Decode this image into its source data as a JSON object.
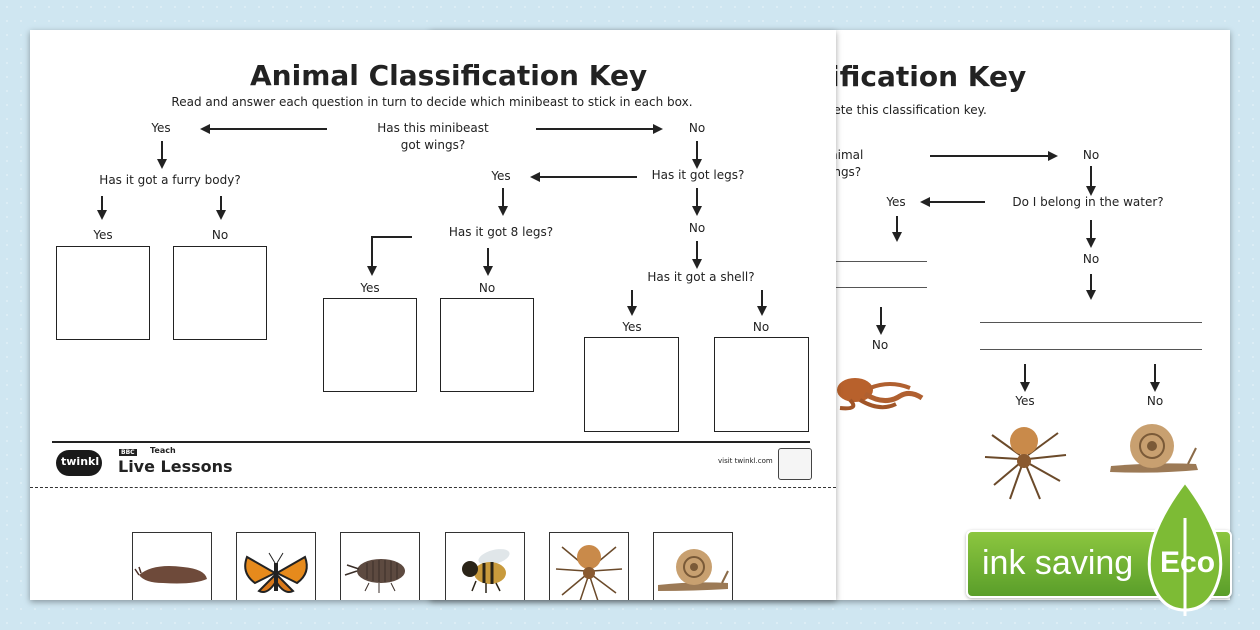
{
  "front_sheet": {
    "title": "Animal Classification Key",
    "instruction": "Read and answer each question in turn to decide which minibeast to stick in each box.",
    "q_wings": [
      "Has this minibeast",
      "got wings?"
    ],
    "yes": "Yes",
    "no": "No",
    "q_furry": "Has it got a furry body?",
    "q_legs": "Has it got legs?",
    "q_8legs": "Has it got 8 legs?",
    "q_shell": "Has it got a shell?",
    "footer": {
      "brand": "twinkl",
      "bbc": "BBC",
      "teach": "Teach",
      "live_lessons": "Live Lessons",
      "visit": "visit twinkl.com"
    },
    "cards": [
      "slug",
      "butterfly",
      "woodlouse",
      "bee",
      "spider",
      "snail"
    ]
  },
  "back_sheet": {
    "title_fragment": "ification Key",
    "instruction_fragment": "lete this classification key.",
    "q_animal_fragment": [
      "nimal",
      "ings?"
    ],
    "no": "No",
    "yes": "Yes",
    "q_water": "Do I belong in the water?"
  },
  "eco_badge": {
    "text": "ink saving",
    "leaf_text": "Eco"
  },
  "colors": {
    "background": "#cfe6f1",
    "badge_green": "#6fb030"
  }
}
